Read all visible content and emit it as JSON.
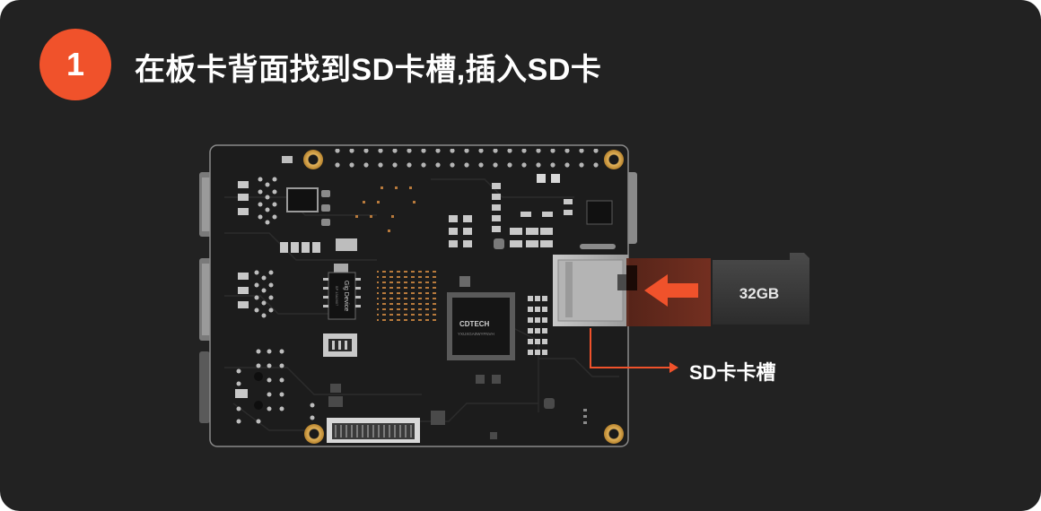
{
  "step": {
    "number": "1",
    "color": "#f0522b"
  },
  "title": "在板卡背面找到SD卡槽,插入SD卡",
  "board": {
    "gig_chip_text": "Gig Device",
    "gig_chip_subtext": "SP 13A2607",
    "main_chip_brand": "CDTECH",
    "main_chip_code": "YXUXGA0WYFNVH"
  },
  "sd_card": {
    "capacity": "32GB"
  },
  "callout": {
    "label": "SD卡卡槽",
    "color": "#f0522b"
  },
  "colors": {
    "background": "#222222",
    "board": "#1c1c1c",
    "accent": "#f0522b",
    "text": "#ffffff"
  }
}
